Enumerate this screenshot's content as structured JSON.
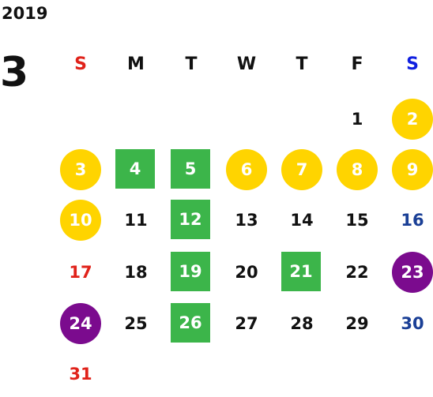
{
  "year": "2019",
  "month": "3",
  "weekday_headers": [
    "S",
    "M",
    "T",
    "W",
    "T",
    "F",
    "S"
  ],
  "days": {
    "d1": "1",
    "d2": "2",
    "d3": "3",
    "d4": "4",
    "d5": "5",
    "d6": "6",
    "d7": "7",
    "d8": "8",
    "d9": "9",
    "d10": "10",
    "d11": "11",
    "d12": "12",
    "d13": "13",
    "d14": "14",
    "d15": "15",
    "d16": "16",
    "d17": "17",
    "d18": "18",
    "d19": "19",
    "d20": "20",
    "d21": "21",
    "d22": "22",
    "d23": "23",
    "d24": "24",
    "d25": "25",
    "d26": "26",
    "d27": "27",
    "d28": "28",
    "d29": "29",
    "d30": "30",
    "d31": "31"
  },
  "colors": {
    "yellow_marker": "#ffd400",
    "green_marker": "#3cb54a",
    "purple_marker": "#7b0b8e",
    "sunday_text": "#e0221a",
    "saturday_text": "#1a3f96",
    "saturday_header": "#1020e0"
  }
}
